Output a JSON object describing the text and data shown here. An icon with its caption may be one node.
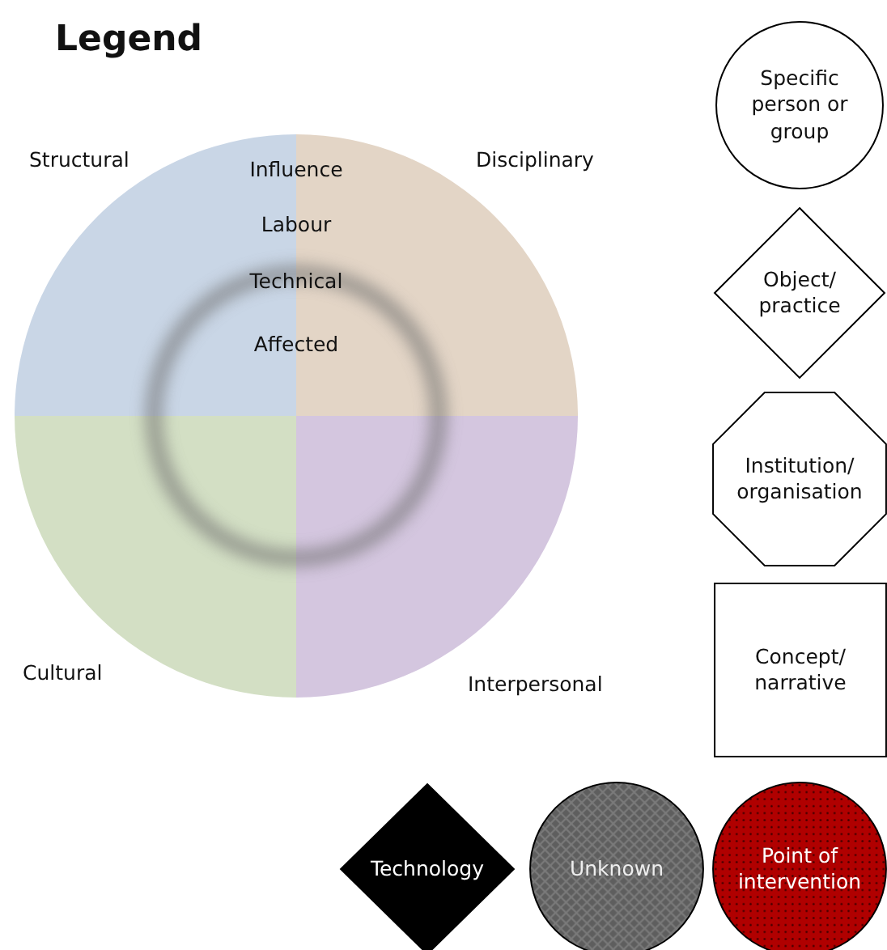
{
  "diagram": {
    "title": "Legend",
    "nodes": [
      {
        "text": [
          "Specific person or group"
        ]
      },
      {
        "text": [
          "Object/ practice"
        ]
      },
      {
        "text": [
          "Institution/ organisation"
        ]
      },
      {
        "text": [
          "Concept/ narrative"
        ]
      },
      {
        "text": [
          "Technology"
        ]
      },
      {
        "text": [
          "Unknown"
        ]
      },
      {
        "text": [
          "Point of intervention"
        ]
      }
    ],
    "labels": [
      "Structural",
      "Influence",
      "Disciplinary",
      "Labour",
      "Technical",
      "Affected",
      "Cultural",
      "Interpersonal"
    ]
  }
}
